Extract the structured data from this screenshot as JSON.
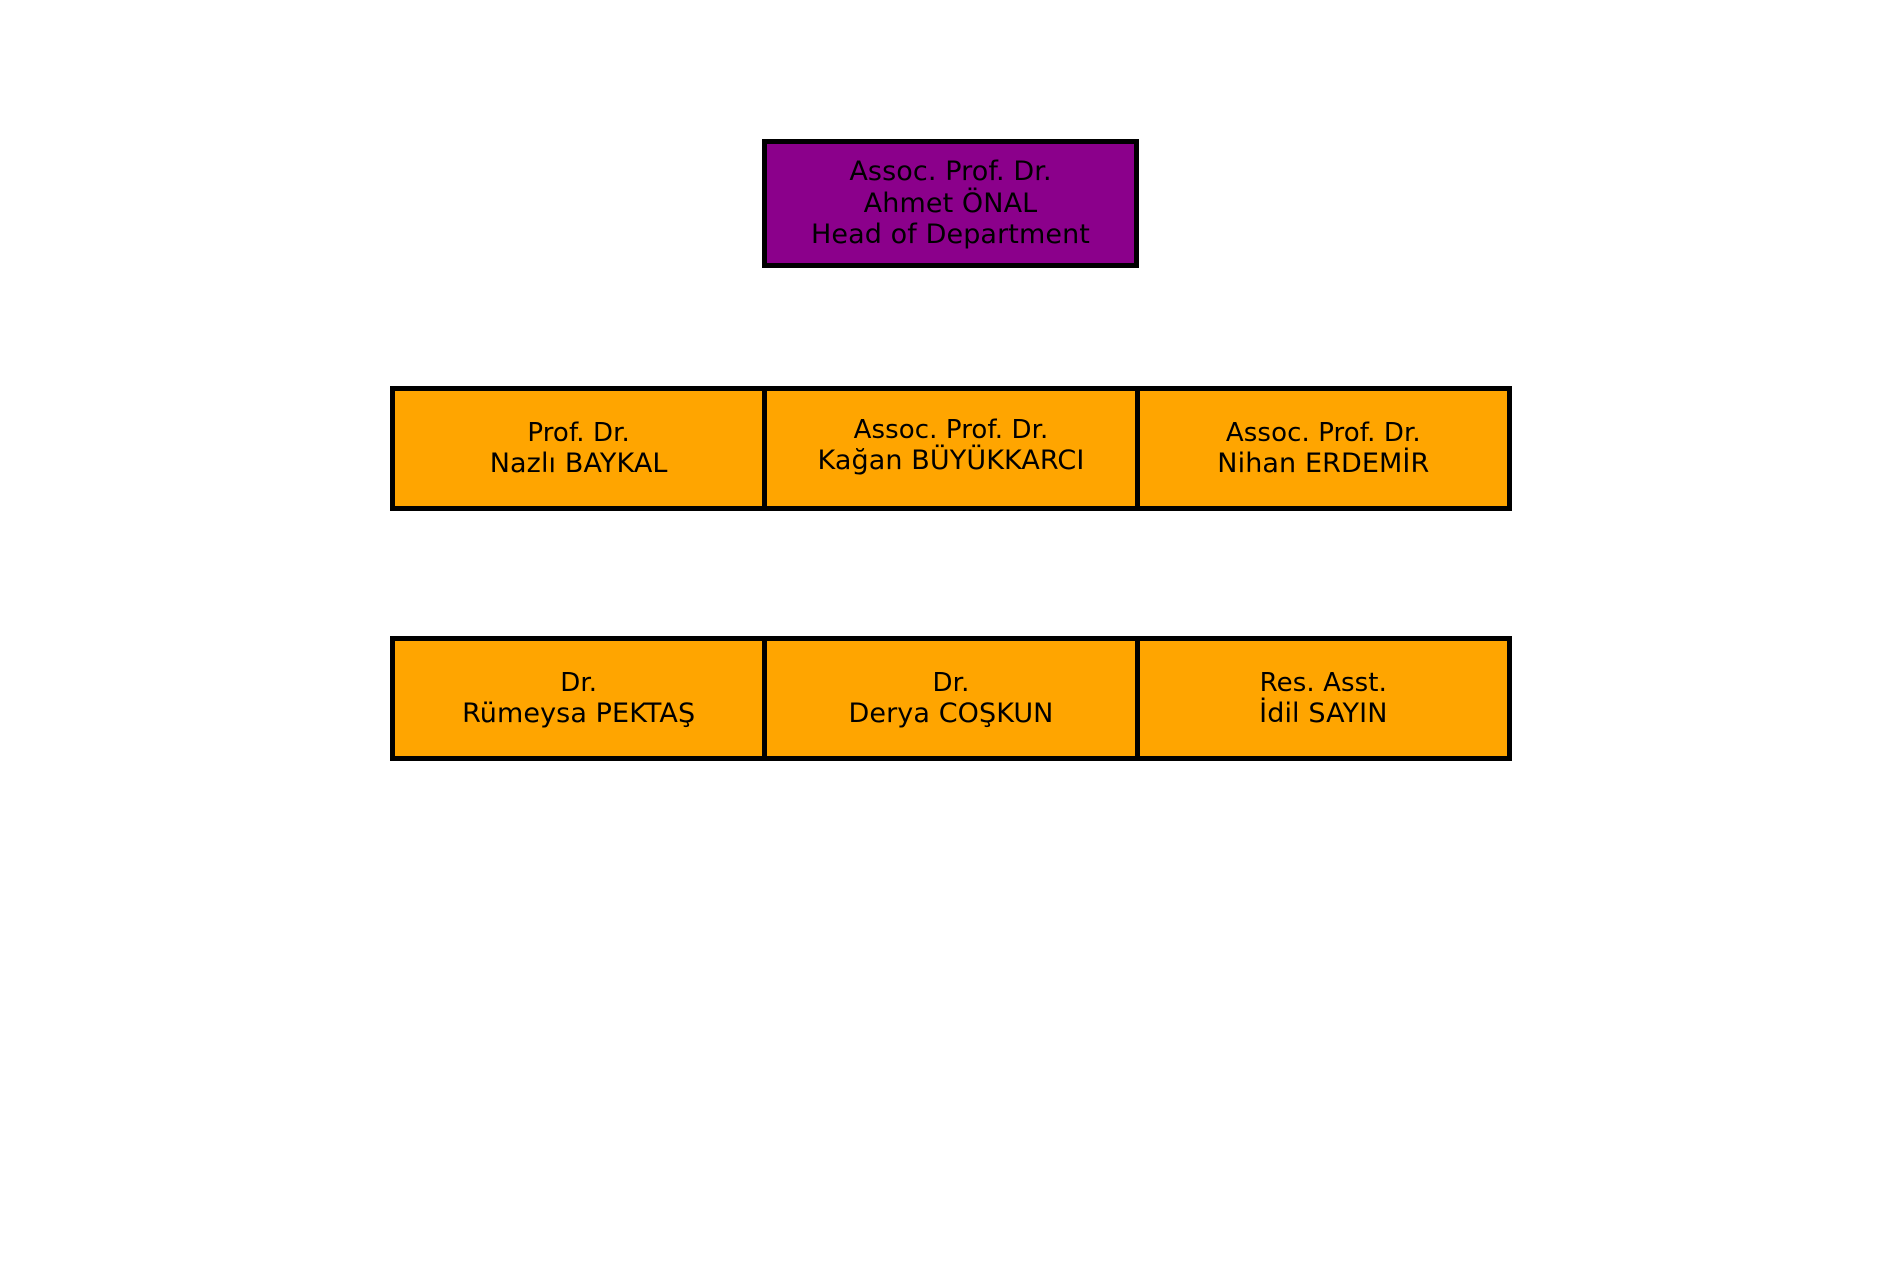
{
  "chart": {
    "type": "organization-chart",
    "background_color": "#ffffff",
    "border_color": "#000000",
    "levels": [
      {
        "level": 1,
        "fill_color": "#8b008b",
        "nodes": [
          {
            "id": "head-of-department",
            "title": "Assoc. Prof. Dr.",
            "name": "Ahmet ÖNAL",
            "role": "Head of Department"
          }
        ]
      },
      {
        "level": 2,
        "fill_color": "#ffa500",
        "nodes": [
          {
            "id": "nazli-baykal",
            "title": "Prof. Dr.",
            "name": "Nazlı BAYKAL"
          },
          {
            "id": "kagan-buyukkarci",
            "title": "Assoc. Prof. Dr.",
            "name": "Kağan BÜYÜKKARCI"
          },
          {
            "id": "nihan-erdemir",
            "title": "Assoc. Prof. Dr.",
            "name": "Nihan ERDEMİR"
          }
        ]
      },
      {
        "level": 3,
        "fill_color": "#ffa500",
        "nodes": [
          {
            "id": "rumeysa-pektas",
            "title": "Dr.",
            "name": "Rümeysa PEKTAŞ"
          },
          {
            "id": "derya-coskun",
            "title": "Dr.",
            "name": "Derya COŞKUN"
          },
          {
            "id": "idil-sayin",
            "title": "Res. Asst.",
            "name": "İdil SAYIN"
          }
        ]
      }
    ]
  }
}
